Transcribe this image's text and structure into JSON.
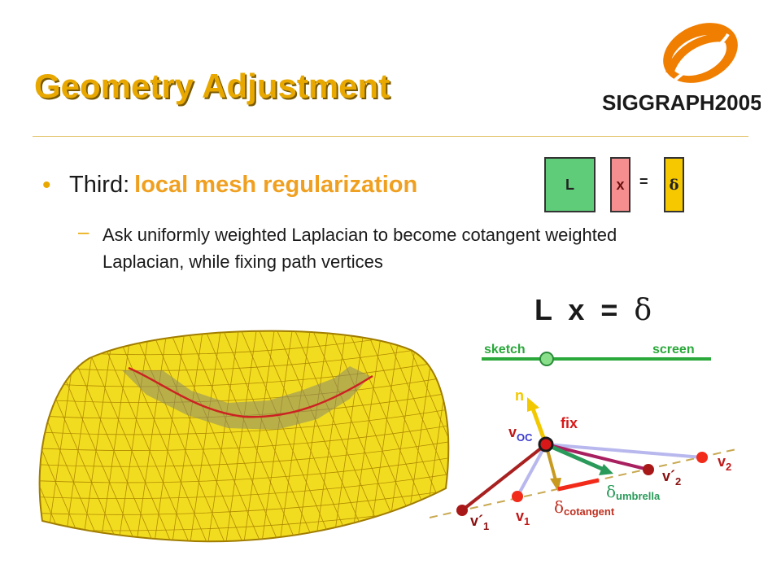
{
  "slide": {
    "title": "Geometry Adjustment",
    "logo_text": "SIGGRAPH2005",
    "bullet": {
      "prefix": "Third:",
      "highlight": "local mesh regularization"
    },
    "subbullet": "Ask uniformly weighted Laplacian to become cotangent weighted Laplacian, while fixing path vertices"
  },
  "matrix_eq": {
    "L": "L",
    "x": "x",
    "eq": "=",
    "delta": "δ"
  },
  "equation": {
    "lhs": "L x =",
    "delta": "δ"
  },
  "diagram": {
    "sketch": "sketch",
    "screen": "screen",
    "n": "n",
    "fix": "fix",
    "voc": "v",
    "voc_sub": "OC",
    "v1": "v",
    "v1_sub": "1",
    "v2": "v",
    "v2_sub": "2",
    "vp1": "v´",
    "vp1_sub": "1",
    "vp2": "v´",
    "vp2_sub": "2",
    "d_umbrella": "δ",
    "d_umbrella_sub": "umbrella",
    "d_cotangent": "δ",
    "d_cotangent_sub": "cotangent"
  },
  "colors": {
    "title": "#e8a800",
    "highlight": "#f0a020",
    "mesh_fill": "#f2dc20",
    "mesh_line": "#b08a00",
    "path": "#cc2222",
    "green_line": "#2aa83a",
    "yellow_arrow": "#f2c800",
    "red_dot": "#f22a1a",
    "dark_red_dot": "#b01818"
  }
}
